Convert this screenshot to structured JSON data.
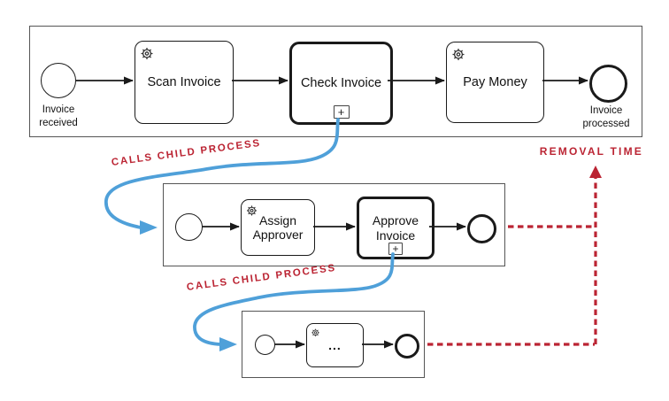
{
  "colors": {
    "blue": "#4FA0D9",
    "red": "#BB2433",
    "frame": "#555555",
    "ink": "#1A1A1A"
  },
  "diagram": {
    "main_process": {
      "start_event_label": "Invoice received",
      "task1": "Scan Invoice",
      "task2": "Check Invoice",
      "task3": "Pay Money",
      "end_event_label": "Invoice processed",
      "subprocess_marker": "+"
    },
    "child_process": {
      "task1": "Assign Approver",
      "task2": "Approve Invoice",
      "subprocess_marker": "+"
    },
    "grandchild_process": {
      "task1": "..."
    },
    "annotations": {
      "call_label_1": "CALLS CHILD PROCESS",
      "call_label_2": "CALLS CHILD PROCESS",
      "removal_label": "REMOVAL TIME"
    }
  }
}
